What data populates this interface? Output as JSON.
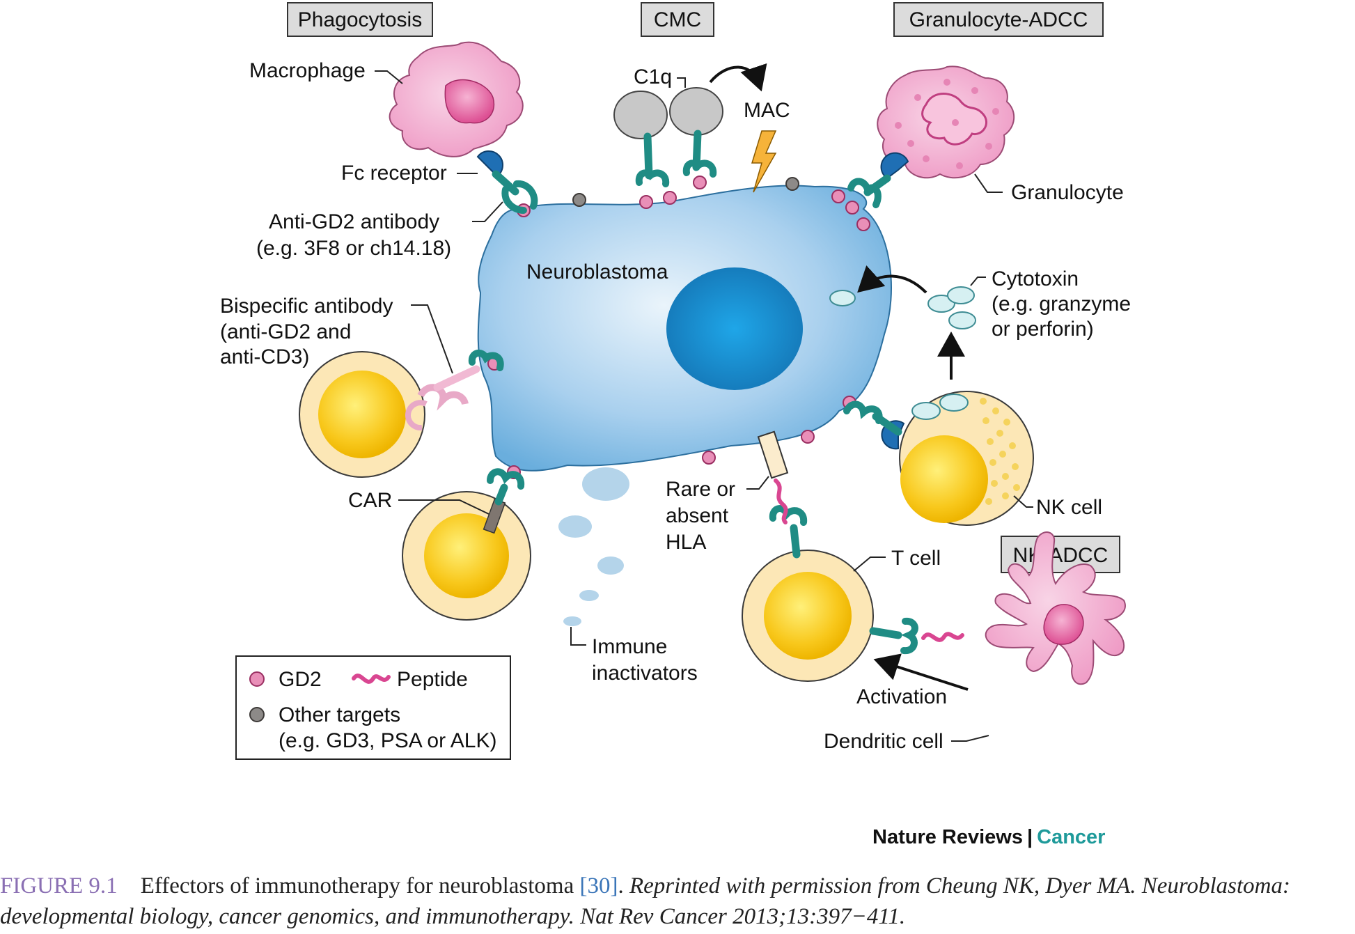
{
  "mechanisms": {
    "phagocytosis": "Phagocytosis",
    "cmc": "CMC",
    "granulocyte_adcc": "Granulocyte-ADCC",
    "nk_adcc": "NK-ADCC"
  },
  "labels": {
    "macrophage": "Macrophage",
    "fc_receptor": "Fc receptor",
    "anti_gd2_line1": "Anti-GD2 antibody",
    "anti_gd2_line2": "(e.g. 3F8 or ch14.18)",
    "c1q": "C1q",
    "mac": "MAC",
    "granulocyte": "Granulocyte",
    "neuroblastoma": "Neuroblastoma",
    "cytotoxin_line1": "Cytotoxin",
    "cytotoxin_line2": "(e.g. granzyme",
    "cytotoxin_line3": "or perforin)",
    "bispecific_line1": "Bispecific antibody",
    "bispecific_line2": "(anti-GD2 and",
    "bispecific_line3": "anti-CD3)",
    "car": "CAR",
    "hla_line1": "Rare or",
    "hla_line2": "absent",
    "hla_line3": "HLA",
    "nk_cell": "NK cell",
    "t_cell": "T cell",
    "immune_line1": "Immune",
    "immune_line2": "inactivators",
    "activation": "Activation",
    "dendritic_cell": "Dendritic cell"
  },
  "legend": {
    "gd2": "GD2",
    "peptide": "Peptide",
    "other_line1": "Other targets",
    "other_line2": "(e.g. GD3, PSA or ALK)"
  },
  "credit": {
    "publisher": "Nature Reviews",
    "separator": "|",
    "journal": "Cancer"
  },
  "caption": {
    "figure_number": "FIGURE 9.1",
    "text_before_ref": "Effectors of immunotherapy for neuroblastoma",
    "ref": "[30]",
    "after_ref": ".",
    "italic_text": "Reprinted with permission from Cheung NK, Dyer MA. Neuroblastoma: developmental biology, cancer genomics, and immunotherapy. Nat Rev Cancer 2013;13:397−411."
  },
  "colors": {
    "neuroblastoma_cell": "#8fc0e4",
    "nucleus": "#1d8fcd",
    "antibody": "#2aa39a",
    "gd2": "#e98fb8",
    "effector_cell": "#fce7b6",
    "macrophage": "#f3b2d4",
    "journal_accent": "#1e9a9a",
    "figure_number": "#8a6fb3"
  }
}
